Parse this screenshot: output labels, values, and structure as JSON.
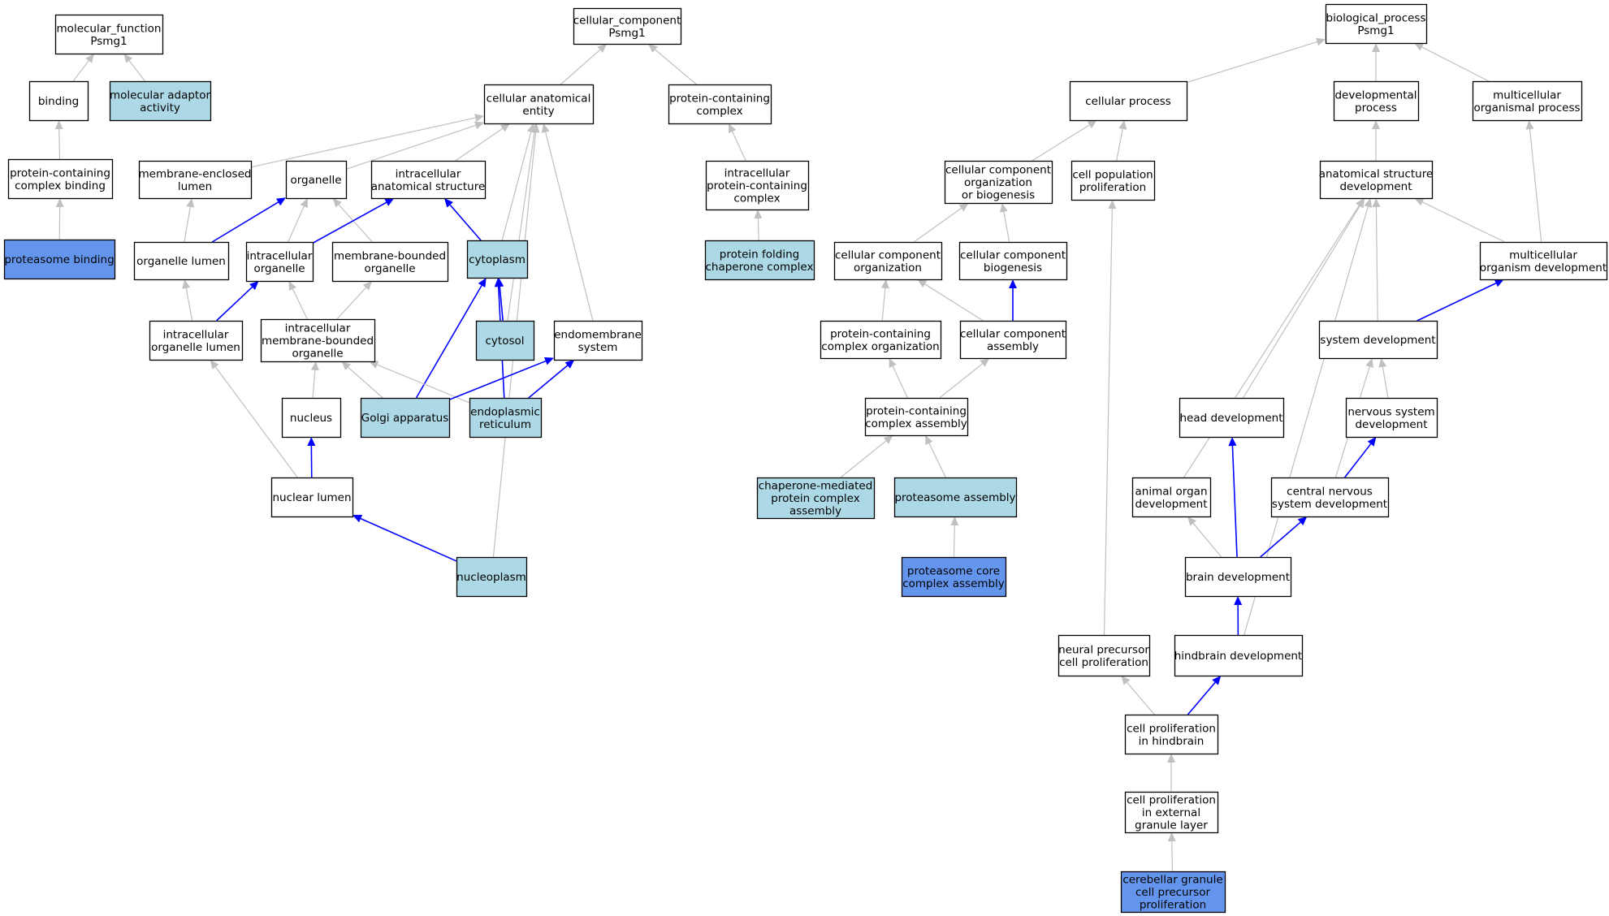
{
  "colors": {
    "plain": "#ffffff",
    "annotated": "#add8e6",
    "direct": "#6495ed",
    "edge_is_a": "#c0c0c0",
    "edge_part_of": "#0000ff",
    "border": "#000000"
  },
  "nodes": [
    {
      "id": "mf",
      "lines": [
        "molecular_function",
        "Psmg1"
      ],
      "fill": "plain"
    },
    {
      "id": "binding",
      "lines": [
        "binding"
      ],
      "fill": "plain"
    },
    {
      "id": "mol_adaptor",
      "lines": [
        "molecular adaptor",
        "activity"
      ],
      "fill": "annotated"
    },
    {
      "id": "pcc_binding",
      "lines": [
        "protein-containing",
        "complex binding"
      ],
      "fill": "plain"
    },
    {
      "id": "prot_binding",
      "lines": [
        "proteasome binding"
      ],
      "fill": "direct"
    },
    {
      "id": "cc",
      "lines": [
        "cellular_component",
        "Psmg1"
      ],
      "fill": "plain"
    },
    {
      "id": "cae",
      "lines": [
        "cellular anatomical",
        "entity"
      ],
      "fill": "plain"
    },
    {
      "id": "pc_complex",
      "lines": [
        "protein-containing",
        "complex"
      ],
      "fill": "plain"
    },
    {
      "id": "mel",
      "lines": [
        "membrane-enclosed",
        "lumen"
      ],
      "fill": "plain"
    },
    {
      "id": "organelle",
      "lines": [
        "organelle"
      ],
      "fill": "plain"
    },
    {
      "id": "ias",
      "lines": [
        "intracellular",
        "anatomical structure"
      ],
      "fill": "plain"
    },
    {
      "id": "ipcc",
      "lines": [
        "intracellular",
        "protein-containing",
        "complex"
      ],
      "fill": "plain"
    },
    {
      "id": "org_lumen",
      "lines": [
        "organelle lumen"
      ],
      "fill": "plain"
    },
    {
      "id": "intra_org",
      "lines": [
        "intracellular",
        "organelle"
      ],
      "fill": "plain"
    },
    {
      "id": "mbo",
      "lines": [
        "membrane-bounded",
        "organelle"
      ],
      "fill": "plain"
    },
    {
      "id": "cytoplasm",
      "lines": [
        "cytoplasm"
      ],
      "fill": "annotated"
    },
    {
      "id": "pfcc",
      "lines": [
        "protein folding",
        "chaperone complex"
      ],
      "fill": "annotated"
    },
    {
      "id": "iol",
      "lines": [
        "intracellular",
        "organelle lumen"
      ],
      "fill": "plain"
    },
    {
      "id": "imbo",
      "lines": [
        "intracellular",
        "membrane-bounded",
        "organelle"
      ],
      "fill": "plain"
    },
    {
      "id": "cytosol",
      "lines": [
        "cytosol"
      ],
      "fill": "annotated"
    },
    {
      "id": "endomem",
      "lines": [
        "endomembrane",
        "system"
      ],
      "fill": "plain"
    },
    {
      "id": "nucleus",
      "lines": [
        "nucleus"
      ],
      "fill": "plain"
    },
    {
      "id": "golgi",
      "lines": [
        "Golgi apparatus"
      ],
      "fill": "annotated"
    },
    {
      "id": "er",
      "lines": [
        "endoplasmic",
        "reticulum"
      ],
      "fill": "annotated"
    },
    {
      "id": "nuc_lumen",
      "lines": [
        "nuclear lumen"
      ],
      "fill": "plain"
    },
    {
      "id": "nucleoplasm",
      "lines": [
        "nucleoplasm"
      ],
      "fill": "annotated"
    },
    {
      "id": "bp",
      "lines": [
        "biological_process",
        "Psmg1"
      ],
      "fill": "plain"
    },
    {
      "id": "cell_proc",
      "lines": [
        "cellular process"
      ],
      "fill": "plain"
    },
    {
      "id": "dev_proc",
      "lines": [
        "developmental",
        "process"
      ],
      "fill": "plain"
    },
    {
      "id": "mop",
      "lines": [
        "multicellular",
        "organismal process"
      ],
      "fill": "plain"
    },
    {
      "id": "ccob",
      "lines": [
        "cellular component",
        "organization",
        "or biogenesis"
      ],
      "fill": "plain"
    },
    {
      "id": "cpp",
      "lines": [
        "cell population",
        "proliferation"
      ],
      "fill": "plain"
    },
    {
      "id": "asd",
      "lines": [
        "anatomical structure",
        "development"
      ],
      "fill": "plain"
    },
    {
      "id": "cco",
      "lines": [
        "cellular component",
        "organization"
      ],
      "fill": "plain"
    },
    {
      "id": "ccb",
      "lines": [
        "cellular component",
        "biogenesis"
      ],
      "fill": "plain"
    },
    {
      "id": "mod",
      "lines": [
        "multicellular",
        "organism development"
      ],
      "fill": "plain"
    },
    {
      "id": "pcco",
      "lines": [
        "protein-containing",
        "complex organization"
      ],
      "fill": "plain"
    },
    {
      "id": "cca",
      "lines": [
        "cellular component",
        "assembly"
      ],
      "fill": "plain"
    },
    {
      "id": "sys_dev",
      "lines": [
        "system development"
      ],
      "fill": "plain"
    },
    {
      "id": "pcca",
      "lines": [
        "protein-containing",
        "complex assembly"
      ],
      "fill": "plain"
    },
    {
      "id": "head_dev",
      "lines": [
        "head development"
      ],
      "fill": "plain"
    },
    {
      "id": "nsd",
      "lines": [
        "nervous system",
        "development"
      ],
      "fill": "plain"
    },
    {
      "id": "cmpca",
      "lines": [
        "chaperone-mediated",
        "protein complex",
        "assembly"
      ],
      "fill": "annotated"
    },
    {
      "id": "prot_assembly",
      "lines": [
        "proteasome assembly"
      ],
      "fill": "annotated"
    },
    {
      "id": "aod",
      "lines": [
        "animal organ",
        "development"
      ],
      "fill": "plain"
    },
    {
      "id": "cnsd",
      "lines": [
        "central nervous",
        "system development"
      ],
      "fill": "plain"
    },
    {
      "id": "pcca2",
      "lines": [
        "proteasome core",
        "complex assembly"
      ],
      "fill": "direct"
    },
    {
      "id": "brain_dev",
      "lines": [
        "brain development"
      ],
      "fill": "plain"
    },
    {
      "id": "npcp",
      "lines": [
        "neural precursor",
        "cell proliferation"
      ],
      "fill": "plain"
    },
    {
      "id": "hind_dev",
      "lines": [
        "hindbrain development"
      ],
      "fill": "plain"
    },
    {
      "id": "cpih",
      "lines": [
        "cell proliferation",
        "in hindbrain"
      ],
      "fill": "plain"
    },
    {
      "id": "cpegl",
      "lines": [
        "cell proliferation",
        "in external",
        "granule layer"
      ],
      "fill": "plain"
    },
    {
      "id": "cgcpp",
      "lines": [
        "cerebellar granule",
        "cell precursor",
        "proliferation"
      ],
      "fill": "direct"
    }
  ],
  "edges": [
    {
      "from": "binding",
      "to": "mf",
      "rel": "is_a"
    },
    {
      "from": "mol_adaptor",
      "to": "mf",
      "rel": "is_a"
    },
    {
      "from": "pcc_binding",
      "to": "binding",
      "rel": "is_a"
    },
    {
      "from": "prot_binding",
      "to": "pcc_binding",
      "rel": "is_a"
    },
    {
      "from": "cae",
      "to": "cc",
      "rel": "is_a"
    },
    {
      "from": "pc_complex",
      "to": "cc",
      "rel": "is_a"
    },
    {
      "from": "mel",
      "to": "cae",
      "rel": "is_a"
    },
    {
      "from": "organelle",
      "to": "cae",
      "rel": "is_a"
    },
    {
      "from": "ias",
      "to": "cae",
      "rel": "is_a"
    },
    {
      "from": "cytoplasm",
      "to": "cae",
      "rel": "is_a"
    },
    {
      "from": "cytosol",
      "to": "cae",
      "rel": "is_a"
    },
    {
      "from": "endomem",
      "to": "cae",
      "rel": "is_a"
    },
    {
      "from": "nucleoplasm",
      "to": "cae",
      "rel": "is_a"
    },
    {
      "from": "ipcc",
      "to": "pc_complex",
      "rel": "is_a"
    },
    {
      "from": "pfcc",
      "to": "ipcc",
      "rel": "is_a"
    },
    {
      "from": "org_lumen",
      "to": "mel",
      "rel": "is_a"
    },
    {
      "from": "org_lumen",
      "to": "organelle",
      "rel": "part_of"
    },
    {
      "from": "intra_org",
      "to": "organelle",
      "rel": "is_a"
    },
    {
      "from": "mbo",
      "to": "organelle",
      "rel": "is_a"
    },
    {
      "from": "intra_org",
      "to": "ias",
      "rel": "part_of"
    },
    {
      "from": "cytoplasm",
      "to": "ias",
      "rel": "part_of"
    },
    {
      "from": "iol",
      "to": "org_lumen",
      "rel": "is_a"
    },
    {
      "from": "iol",
      "to": "intra_org",
      "rel": "part_of"
    },
    {
      "from": "imbo",
      "to": "intra_org",
      "rel": "is_a"
    },
    {
      "from": "imbo",
      "to": "mbo",
      "rel": "is_a"
    },
    {
      "from": "cytosol",
      "to": "cytoplasm",
      "rel": "part_of"
    },
    {
      "from": "golgi",
      "to": "cytoplasm",
      "rel": "part_of"
    },
    {
      "from": "er",
      "to": "cytoplasm",
      "rel": "part_of"
    },
    {
      "from": "nucleus",
      "to": "imbo",
      "rel": "is_a"
    },
    {
      "from": "golgi",
      "to": "imbo",
      "rel": "is_a"
    },
    {
      "from": "er",
      "to": "imbo",
      "rel": "is_a"
    },
    {
      "from": "golgi",
      "to": "endomem",
      "rel": "part_of"
    },
    {
      "from": "er",
      "to": "endomem",
      "rel": "part_of"
    },
    {
      "from": "nuc_lumen",
      "to": "nucleus",
      "rel": "part_of"
    },
    {
      "from": "nuc_lumen",
      "to": "iol",
      "rel": "is_a"
    },
    {
      "from": "nucleoplasm",
      "to": "nuc_lumen",
      "rel": "part_of"
    },
    {
      "from": "cell_proc",
      "to": "bp",
      "rel": "is_a"
    },
    {
      "from": "dev_proc",
      "to": "bp",
      "rel": "is_a"
    },
    {
      "from": "mop",
      "to": "bp",
      "rel": "is_a"
    },
    {
      "from": "ccob",
      "to": "cell_proc",
      "rel": "is_a"
    },
    {
      "from": "cpp",
      "to": "cell_proc",
      "rel": "is_a"
    },
    {
      "from": "asd",
      "to": "dev_proc",
      "rel": "is_a"
    },
    {
      "from": "mod",
      "to": "mop",
      "rel": "is_a"
    },
    {
      "from": "cco",
      "to": "ccob",
      "rel": "is_a"
    },
    {
      "from": "ccb",
      "to": "ccob",
      "rel": "is_a"
    },
    {
      "from": "mod",
      "to": "asd",
      "rel": "is_a"
    },
    {
      "from": "sys_dev",
      "to": "asd",
      "rel": "is_a"
    },
    {
      "from": "head_dev",
      "to": "asd",
      "rel": "is_a"
    },
    {
      "from": "aod",
      "to": "asd",
      "rel": "is_a"
    },
    {
      "from": "hind_dev",
      "to": "asd",
      "rel": "is_a"
    },
    {
      "from": "pcco",
      "to": "cco",
      "rel": "is_a"
    },
    {
      "from": "cca",
      "to": "cco",
      "rel": "is_a"
    },
    {
      "from": "cca",
      "to": "ccb",
      "rel": "part_of"
    },
    {
      "from": "sys_dev",
      "to": "mod",
      "rel": "part_of"
    },
    {
      "from": "pcca",
      "to": "pcco",
      "rel": "is_a"
    },
    {
      "from": "pcca",
      "to": "cca",
      "rel": "is_a"
    },
    {
      "from": "nsd",
      "to": "sys_dev",
      "rel": "is_a"
    },
    {
      "from": "cnsd",
      "to": "sys_dev",
      "rel": "is_a"
    },
    {
      "from": "cmpca",
      "to": "pcca",
      "rel": "is_a"
    },
    {
      "from": "prot_assembly",
      "to": "pcca",
      "rel": "is_a"
    },
    {
      "from": "pcca2",
      "to": "prot_assembly",
      "rel": "is_a"
    },
    {
      "from": "cnsd",
      "to": "nsd",
      "rel": "part_of"
    },
    {
      "from": "brain_dev",
      "to": "head_dev",
      "rel": "part_of"
    },
    {
      "from": "brain_dev",
      "to": "aod",
      "rel": "is_a"
    },
    {
      "from": "brain_dev",
      "to": "cnsd",
      "rel": "part_of"
    },
    {
      "from": "hind_dev",
      "to": "brain_dev",
      "rel": "part_of"
    },
    {
      "from": "npcp",
      "to": "cpp",
      "rel": "is_a"
    },
    {
      "from": "cpih",
      "to": "npcp",
      "rel": "is_a"
    },
    {
      "from": "cpih",
      "to": "hind_dev",
      "rel": "part_of"
    },
    {
      "from": "cpegl",
      "to": "cpih",
      "rel": "is_a"
    },
    {
      "from": "cgcpp",
      "to": "cpegl",
      "rel": "is_a"
    }
  ]
}
